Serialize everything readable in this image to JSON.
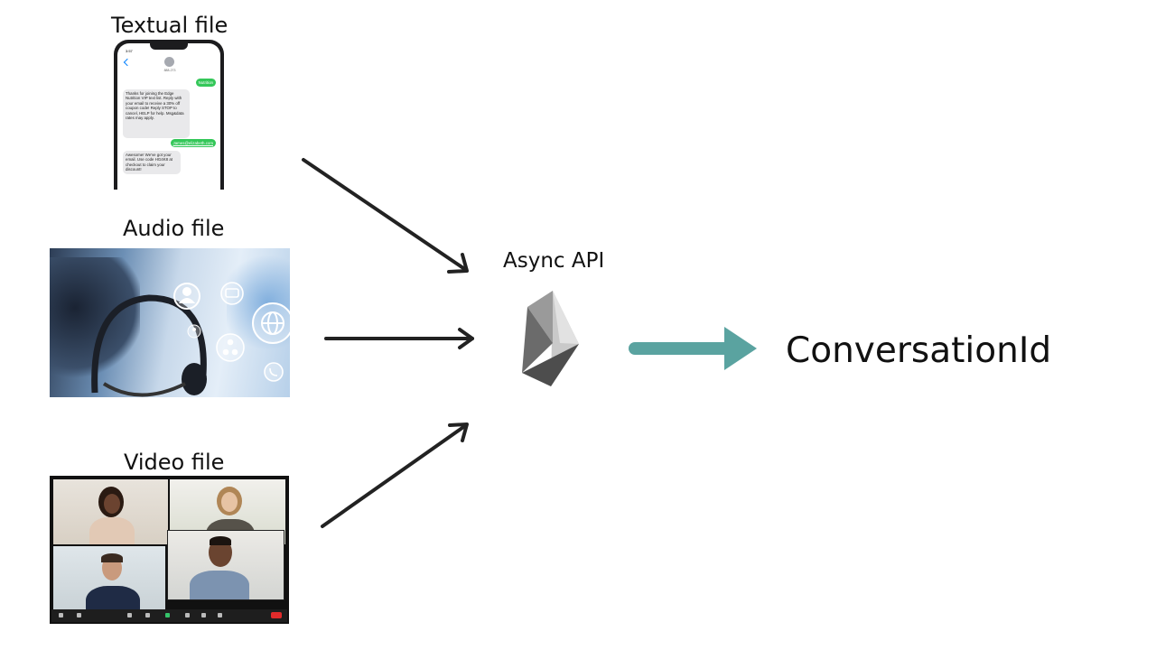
{
  "labels": {
    "textual": "Textual file",
    "audio": "Audio file",
    "video": "Video file",
    "api": "Async API",
    "output": "ConversationId"
  },
  "phone": {
    "time": "3:57",
    "contact": "888-273",
    "messages": [
      "Nutrition",
      "Thanks for joining the Edge Nutrition VIP text list. Reply with your email to receive a 30% off coupon code! Reply STOP to cancel, HELP for help. Msg&data rates may apply.",
      "James@elizabeth.com",
      "Awesome! We've got your email. Use code HG4K8 at checkout to claim your discount!"
    ]
  },
  "colors": {
    "arrow": "#222222",
    "output_arrow": "#5aa3a0",
    "imessage_green": "#34c759"
  },
  "icons": [
    "person-icon",
    "chat-icon",
    "globe-icon",
    "phone-icon",
    "headset-icon",
    "async-api-logo"
  ]
}
